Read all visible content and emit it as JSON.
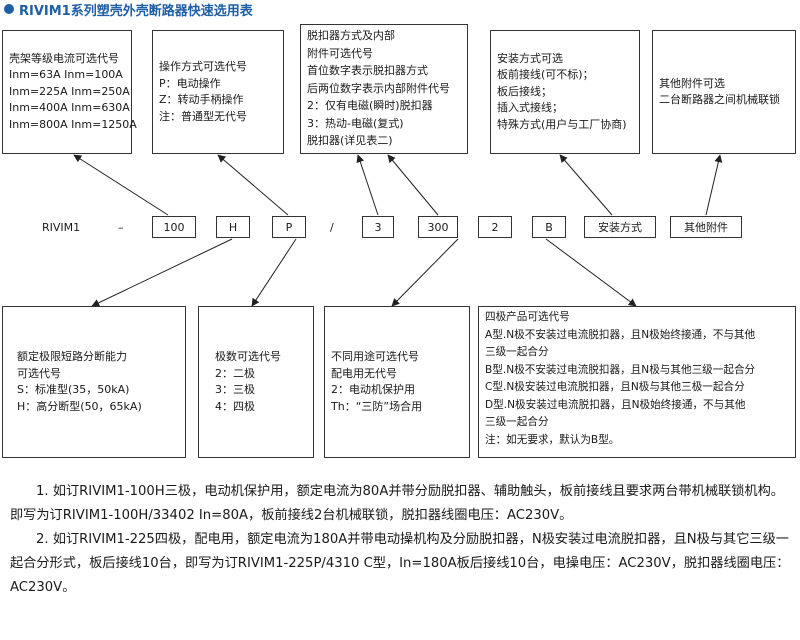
{
  "title": "RIVIM1系列塑壳外壳断路器快速选用表",
  "colors": {
    "accent": "#1f5fa8",
    "border": "#333333",
    "arrow": "#222222"
  },
  "model": {
    "prefix": "RIVIM1",
    "dash": "–",
    "current": "100",
    "breaking": "H",
    "operation": "P",
    "slash": "/",
    "release": "3",
    "accessory": "300",
    "poles": "2",
    "pole_type": "B",
    "install": "安装方式",
    "other": "其他附件"
  },
  "top_boxes": {
    "frame": [
      "壳架等级电流可选代号",
      "Inm=63A  Inm=100A",
      "Inm=225A  Inm=250A",
      "Inm=400A  Inm=630A",
      "Inm=800A  Inm=1250A"
    ],
    "operation": [
      "操作方式可选代号",
      "P：电动操作",
      "Z：转动手柄操作",
      "注：普通型无代号"
    ],
    "release": [
      "脱扣器方式及内部",
      "附件可选代号",
      "首位数字表示脱扣器方式",
      "后两位数字表示内部附件代号",
      "2：仅有电磁(瞬时)脱扣器",
      "3：热动-电磁(复式)",
      "脱扣器(详见表二)"
    ],
    "install": [
      "安装方式可选",
      "板前接线(可不标)；",
      "板后接线；",
      "插入式接线；",
      "特殊方式(用户与工厂协商)"
    ],
    "other": [
      "其他附件可选",
      "二台断路器之间机械联锁"
    ]
  },
  "bottom_boxes": {
    "breaking": [
      "额定极限短路分断能力",
      "可选代号",
      "S：标准型(35，50kA)",
      "H：高分断型(50，65kA)"
    ],
    "poles": [
      "极数可选代号",
      "2：二极",
      "3：三极",
      "4：四极"
    ],
    "usage": [
      "不同用途可选代号",
      "配电用无代号",
      "2：电动机保护用",
      "Th：“三防”场合用"
    ],
    "four_pole": [
      "四极产品可选代号",
      "A型.N极不安装过电流脱扣器，且N极始终接通，不与其他",
      "三级一起合分",
      "B型.N极不安装过电流脱扣器，且N极与其他三级一起合分",
      "C型.N极安装过电流脱扣器，且N极与其他三极一起合分",
      "D型.N极安装过电流脱扣器，且N极始终接通，不与其他",
      "三级一起合分",
      "注：如无要求，默认为B型。"
    ]
  },
  "notes": [
    "1. 如订RIVIM1-100H三极，电动机保护用，额定电流为80A并带分励脱扣器、辅助触头，板前接线且要求两台带机械联锁机构。即写为订RIVIM1-100H/33402 In=80A，板前接线2台机械联锁，脱扣器线圈电压：AC230V。",
    "2. 如订RIVIM1-225四极，配电用，额定电流为180A并带电动操机构及分励脱扣器，N极安装过电流脱扣器，且N极与其它三级一起合分形式，板后接线10台，即写为订RIVIM1-225P/4310 C型，In=180A板后接线10台，电操电压：AC230V，脱扣器线圈电压：AC230V。"
  ]
}
